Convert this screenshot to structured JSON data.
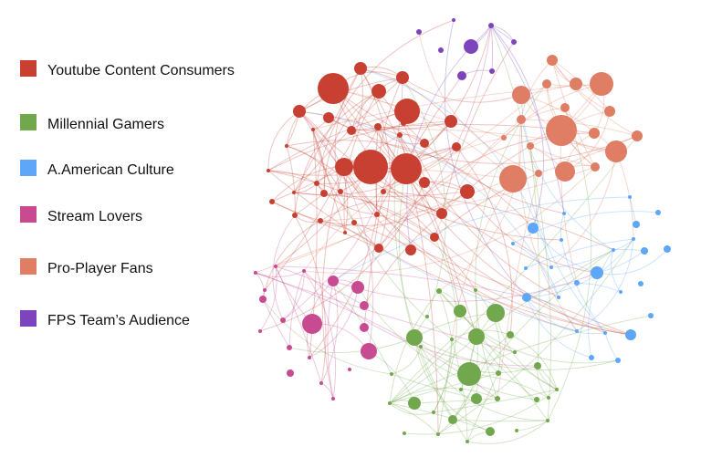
{
  "legend": [
    {
      "label": "Youtube Content Consumers",
      "color": "#c84032"
    },
    {
      "label": "Millennial  Gamers",
      "color": "#72a84d"
    },
    {
      "label": "A.American Culture",
      "color": "#5ea6f7"
    },
    {
      "label": "Stream Lovers",
      "color": "#c84b91"
    },
    {
      "label": "Pro-Player Fans",
      "color": "#e07d65"
    },
    {
      "label": "FPS Team’s Audience",
      "color": "#7d44bd"
    }
  ]
}
